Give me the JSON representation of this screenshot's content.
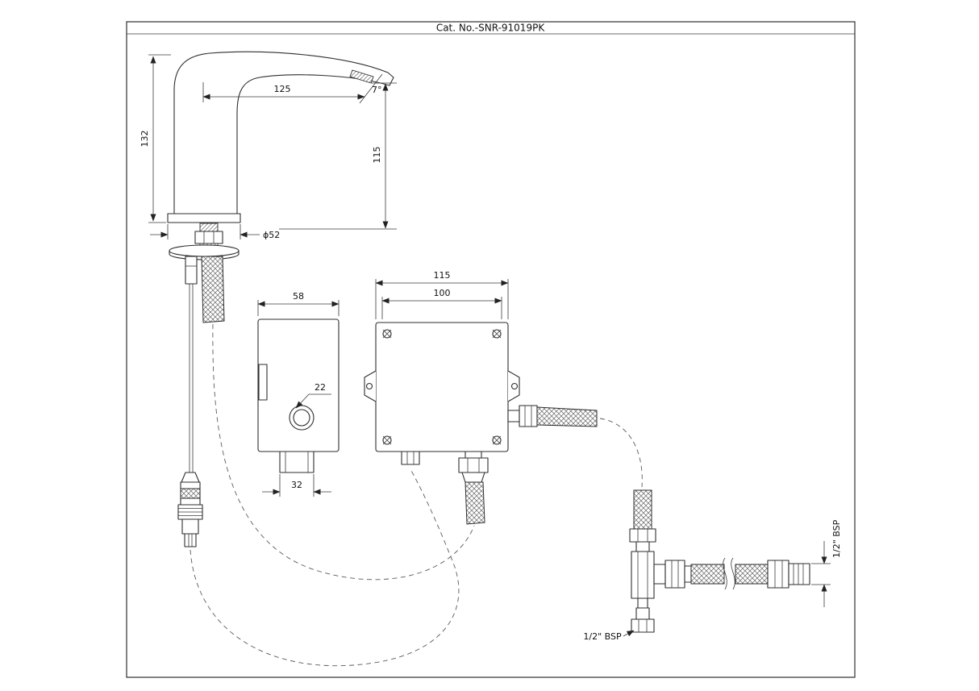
{
  "title_block": {
    "catalog_no": "Cat. No.-SNR-91019PK"
  },
  "faucet": {
    "dim_spout_reach": "125",
    "dim_spout_angle": "7°",
    "dim_height": "132",
    "dim_spout_height": "115",
    "dim_base_diameter": "ϕ52"
  },
  "control_unit": {
    "dim_width": "58",
    "dim_window_diameter": "22",
    "dim_outlet_width": "32"
  },
  "valve_box": {
    "dim_outer_width": "115",
    "dim_inner_width": "100"
  },
  "tee_connector": {
    "dim_thread_right": "1/2\" BSP",
    "dim_thread_bottom": "1/2\" BSP"
  }
}
